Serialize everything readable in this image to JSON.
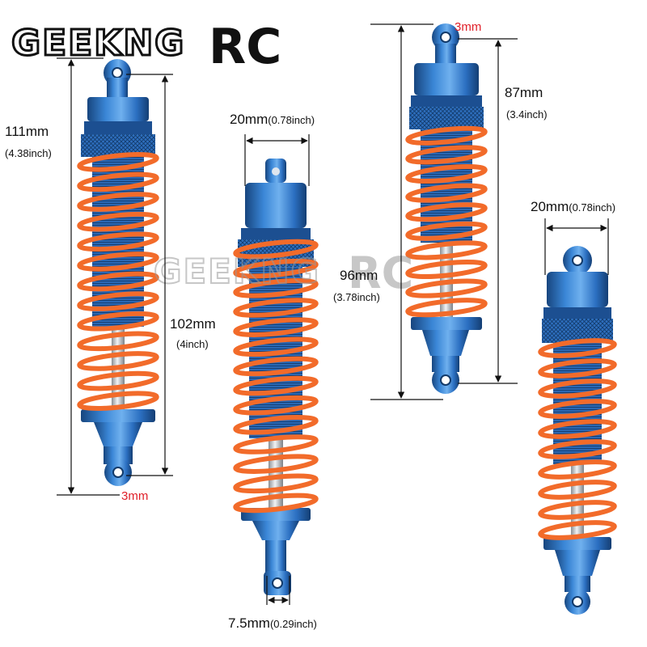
{
  "logo": {
    "brand": "GEEKNG",
    "mark": "RC"
  },
  "watermark": {
    "brand": "GEEKNG",
    "mark": "RC"
  },
  "colors": {
    "anodized_blue": "#2b6fc1",
    "spring_orange": "#f26b2a",
    "dimension_red": "#e0202a",
    "dimension_black": "#111111"
  },
  "dimensions": {
    "shock1": {
      "length_mm": "111mm",
      "length_in": "(4.38inch)",
      "spacing_mm": "102mm",
      "spacing_in": "(4inch)",
      "hole": "3mm"
    },
    "shock2": {
      "width_mm": "20mm",
      "width_in": "(0.78inch)",
      "rod_mm": "7.5mm",
      "rod_in": "(0.29inch)"
    },
    "shock3": {
      "length_mm": "96mm",
      "length_in": "(3.78inch)",
      "spacing_mm": "87mm",
      "spacing_in": "(3.4inch)",
      "hole": "3mm"
    },
    "shock4": {
      "width_mm": "20mm",
      "width_in": "(0.78inch)"
    }
  }
}
